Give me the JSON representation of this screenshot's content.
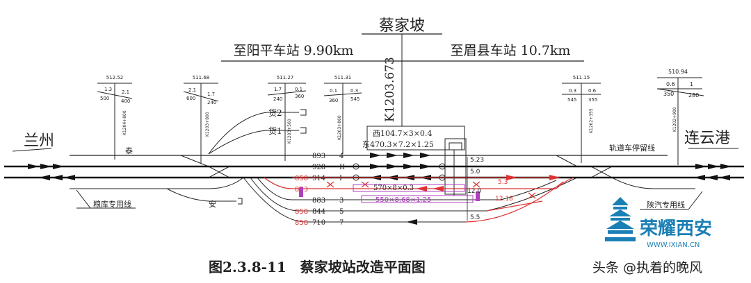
{
  "header": {
    "station": "蔡家坡",
    "left_dir": "至阳平车站 9.90km",
    "right_dir": "至眉县车站 10.7km",
    "km_post": "K1203.673"
  },
  "ends": {
    "left_city": "兰州",
    "right_city": "连云港"
  },
  "profile_marks": [
    {
      "elev": "512.52",
      "top_l": "1.3",
      "top_r": "2.1",
      "bot_l": "500",
      "bot_r": "400",
      "km": "K1204+800"
    },
    {
      "elev": "511.68",
      "top_l": "2.1",
      "top_r": "1.7",
      "bot_l": "600",
      "bot_r": "240",
      "km": "K1203+800"
    },
    {
      "elev": "511.27",
      "top_l": "1.7",
      "top_r": "0.1",
      "bot_l": "240",
      "bot_r": "360",
      "km": "K1203+560"
    },
    {
      "elev": "511.31",
      "top_l": "0.1",
      "top_r": "0.3",
      "bot_l": "360",
      "bot_r": "545",
      "km": "K1203+860"
    },
    {
      "elev": "511.15",
      "top_l": "0.3",
      "top_r": "0.6",
      "bot_l": "545",
      "bot_r": "355",
      "km": "K1202+355"
    },
    {
      "elev": "510.94",
      "top_l": "0.6",
      "top_r": "1",
      "bot_l": "350",
      "bot_r": "280",
      "km": "K1202+900"
    }
  ],
  "building": {
    "west": "西104.7×3×0.4",
    "east": "东470.3×7.2×1.25"
  },
  "sidings": {
    "goods2": "货2",
    "goods1": "货1"
  },
  "tracks": [
    {
      "len": "893",
      "num": "4",
      "red": ""
    },
    {
      "len": "928",
      "num": "II",
      "red": ""
    },
    {
      "len": "914",
      "num": "I",
      "red": "858"
    },
    {
      "len": "",
      "num": "",
      "red": "853"
    },
    {
      "len": "883",
      "num": "3",
      "red": ""
    },
    {
      "len": "844",
      "num": "5",
      "red": "858"
    },
    {
      "len": "710",
      "num": "7",
      "red": "858"
    }
  ],
  "labels": {
    "tai": "泰",
    "an": "安",
    "grain_line": "粮库专用线",
    "shaanqi_line": "陕汽专用线",
    "rail_car_line": "轨道车停留线"
  },
  "dims": {
    "d1": "5.23",
    "d2": "5.0",
    "d3": "5.3",
    "d4": "12.18",
    "d5": "5.5",
    "d6": "12.0"
  },
  "red_platforms": {
    "p1": "570×8×0.3",
    "p2": "550×8.68×1.25"
  },
  "caption": "图2.3.8-11　蔡家坡站改造平面图",
  "watermark": {
    "brand": "荣耀西安",
    "url": "WWW.IXIAN.CN",
    "credit": "头条 @执着的晚风"
  },
  "colors": {
    "line": "#111111",
    "red": "#dd3333",
    "purple": "#b040c0",
    "wm_blue": "#1a7fb5"
  }
}
